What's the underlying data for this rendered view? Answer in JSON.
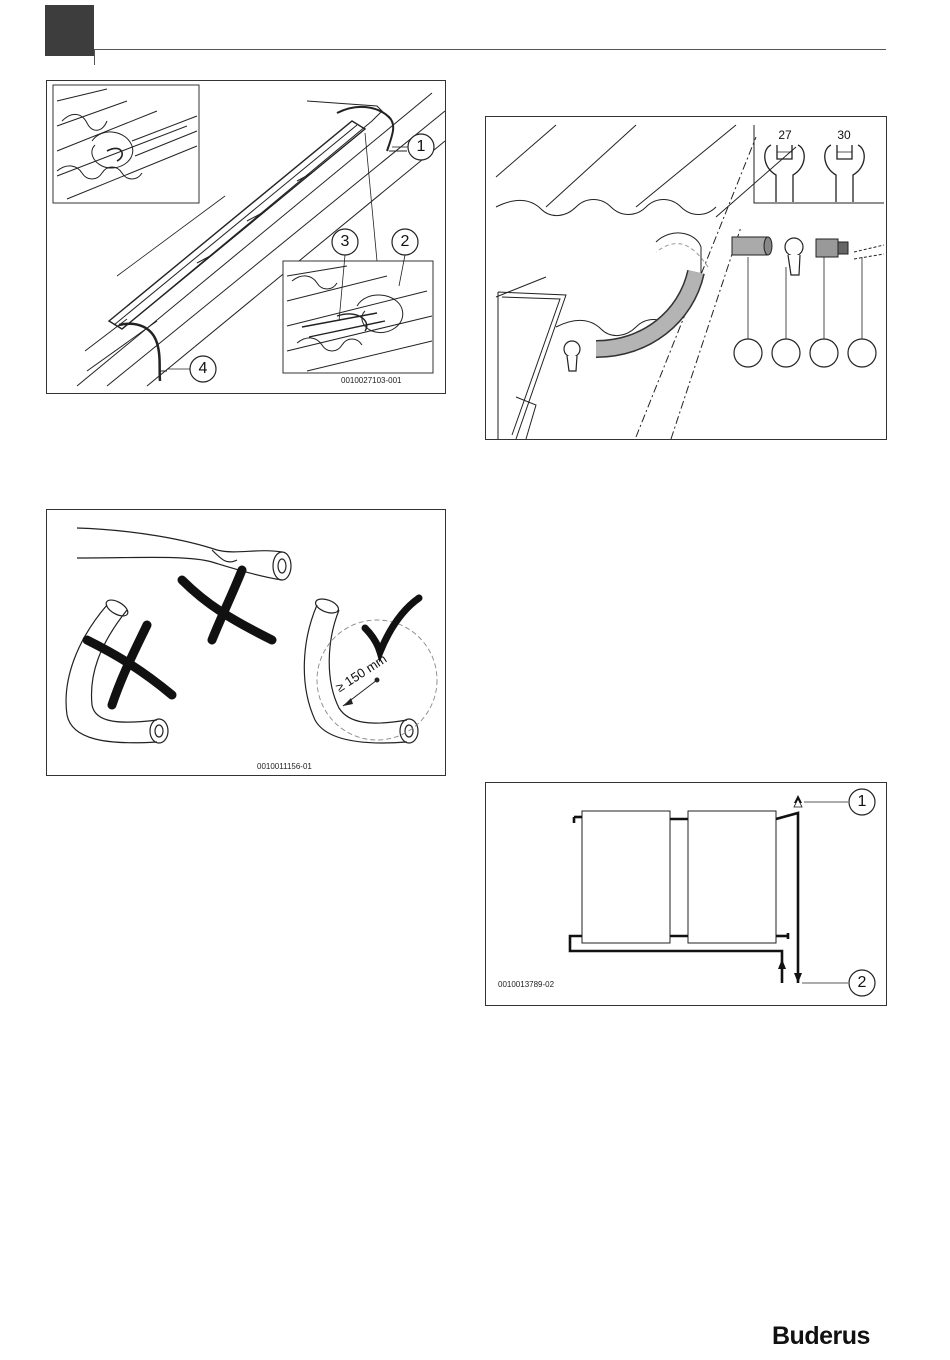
{
  "figures": {
    "roof_hoses": {
      "code": "0010027103-001",
      "callouts": [
        "1",
        "2",
        "3",
        "4"
      ]
    },
    "hose_bending": {
      "code": "0010011156-01",
      "radius_label": "≥ 150 mm"
    },
    "connection": {
      "wrench_sizes": [
        "27",
        "30"
      ]
    },
    "schematic": {
      "code": "0010013789-02",
      "callouts": [
        "1",
        "2"
      ]
    }
  },
  "footer": {
    "brand": "Buderus"
  }
}
